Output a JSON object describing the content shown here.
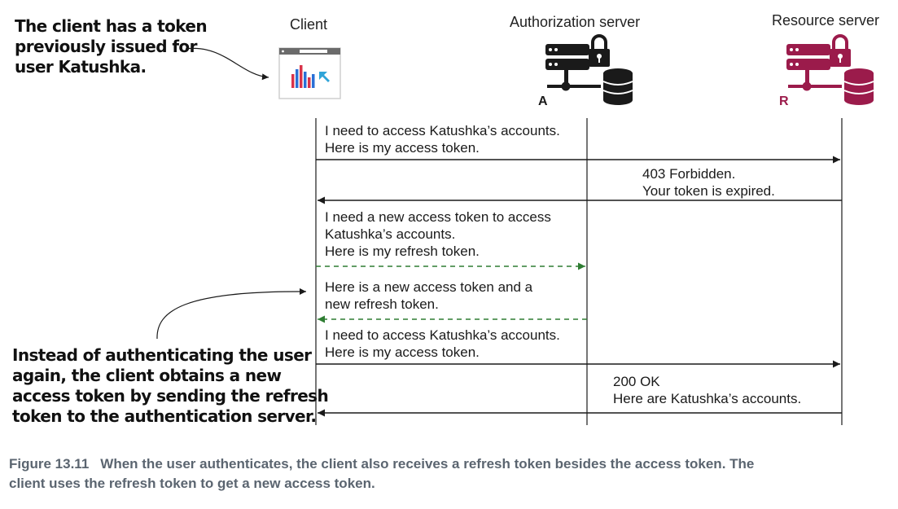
{
  "participants": {
    "client": "Client",
    "auth": "Authorization server",
    "resource": "Resource server",
    "auth_letter": "A",
    "resource_letter": "R"
  },
  "notes": {
    "top": [
      "The client has a token",
      "previously issued for",
      "user Katushka."
    ],
    "bottom": [
      "Instead of authenticating the user",
      "again, the client obtains a new",
      "access token by sending the refresh",
      "token to the authentication server."
    ]
  },
  "messages": [
    {
      "lines": [
        "I need to access Katushka’s accounts.",
        "Here is my access token."
      ],
      "from": "client",
      "to": "resource",
      "style": "solid"
    },
    {
      "lines": [
        "403 Forbidden.",
        "Your token is expired."
      ],
      "from": "resource",
      "to": "client",
      "style": "solid"
    },
    {
      "lines": [
        "I need a new access token to access",
        "Katushka’s accounts.",
        "Here is my refresh token."
      ],
      "from": "client",
      "to": "auth",
      "style": "dashed"
    },
    {
      "lines": [
        "Here is a new access token and a",
        "new refresh token."
      ],
      "from": "auth",
      "to": "client",
      "style": "dashed"
    },
    {
      "lines": [
        "I need to access Katushka’s accounts.",
        "Here is my access token."
      ],
      "from": "client",
      "to": "resource",
      "style": "solid"
    },
    {
      "lines": [
        "200 OK",
        "Here are Katushka’s accounts."
      ],
      "from": "resource",
      "to": "client",
      "style": "solid"
    }
  ],
  "caption": {
    "number": "Figure 13.11",
    "text_line1": "When the user authenticates, the client also receives a refresh token besides the access token. The",
    "text_line2": "client uses the refresh token to get a new access token."
  },
  "colors": {
    "line": "#1a1a1a",
    "dashed": "#2e7d32",
    "auth_icon": "#1a1a1a",
    "resource_icon": "#9b1b4b",
    "client_bar_blue": "#2a6fd6",
    "client_bar_red": "#d8334a",
    "client_pointer": "#2fa4d8",
    "caption": "#5b6570"
  },
  "icons": {
    "client": "browser-chart-icon",
    "auth": "server-lock-database-icon",
    "resource": "server-lock-database-icon"
  }
}
